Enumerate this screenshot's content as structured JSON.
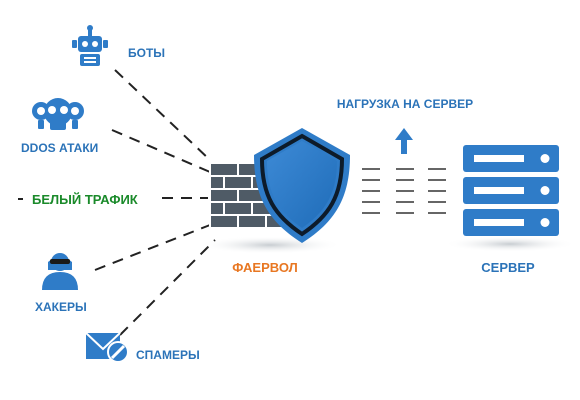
{
  "sources": {
    "bots": {
      "label": "БОТЫ",
      "icon": "robot-icon"
    },
    "ddos": {
      "label": "DDOS АТАКИ",
      "icon": "skull-icon"
    },
    "white_traffic": {
      "label": "БЕЛЫЙ ТРАФИК"
    },
    "hackers": {
      "label": "ХАКЕРЫ",
      "icon": "hacker-icon"
    },
    "spammers": {
      "label": "СПАМЕРЫ",
      "icon": "spam-mail-icon"
    }
  },
  "firewall": {
    "label": "ФАЕРВОЛ",
    "icons": [
      "brick-wall-icon",
      "shield-icon"
    ]
  },
  "server": {
    "label": "СЕРВЕР",
    "icon": "server-rack-icon"
  },
  "load": {
    "label": "НАГРУЗКА НА СЕРВЕР",
    "icon": "arrow-up-icon"
  },
  "colors": {
    "blue": "#2f7cc8",
    "dark_blue": "#1b4f8a",
    "label_blue": "#2b73b8",
    "orange": "#e87722",
    "green": "#1a8a2a",
    "wall": "#4f5b66",
    "dash": "#222222"
  }
}
